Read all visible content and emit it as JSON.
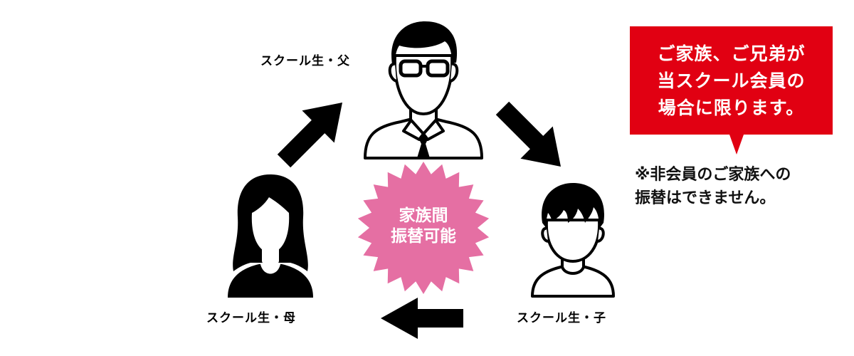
{
  "people": {
    "father_label": "スクール生・父",
    "mother_label": "スクール生・母",
    "child_label": "スクール生・子"
  },
  "burst": {
    "line1": "家族間",
    "line2": "振替可能",
    "color": "#E56FA3"
  },
  "callout": {
    "line1": "ご家族、ご兄弟が",
    "line2": "当スクール会員の",
    "line3": "場合に限ります。",
    "color": "#E10012"
  },
  "note": {
    "line1": "※非会員のご家族への",
    "line2": "振替はできません。"
  },
  "icons": {
    "father": "man-with-glasses-icon",
    "mother": "woman-icon",
    "child": "child-icon",
    "arrows": [
      "arrow-up-right-icon",
      "arrow-down-right-icon",
      "arrow-left-icon"
    ]
  }
}
